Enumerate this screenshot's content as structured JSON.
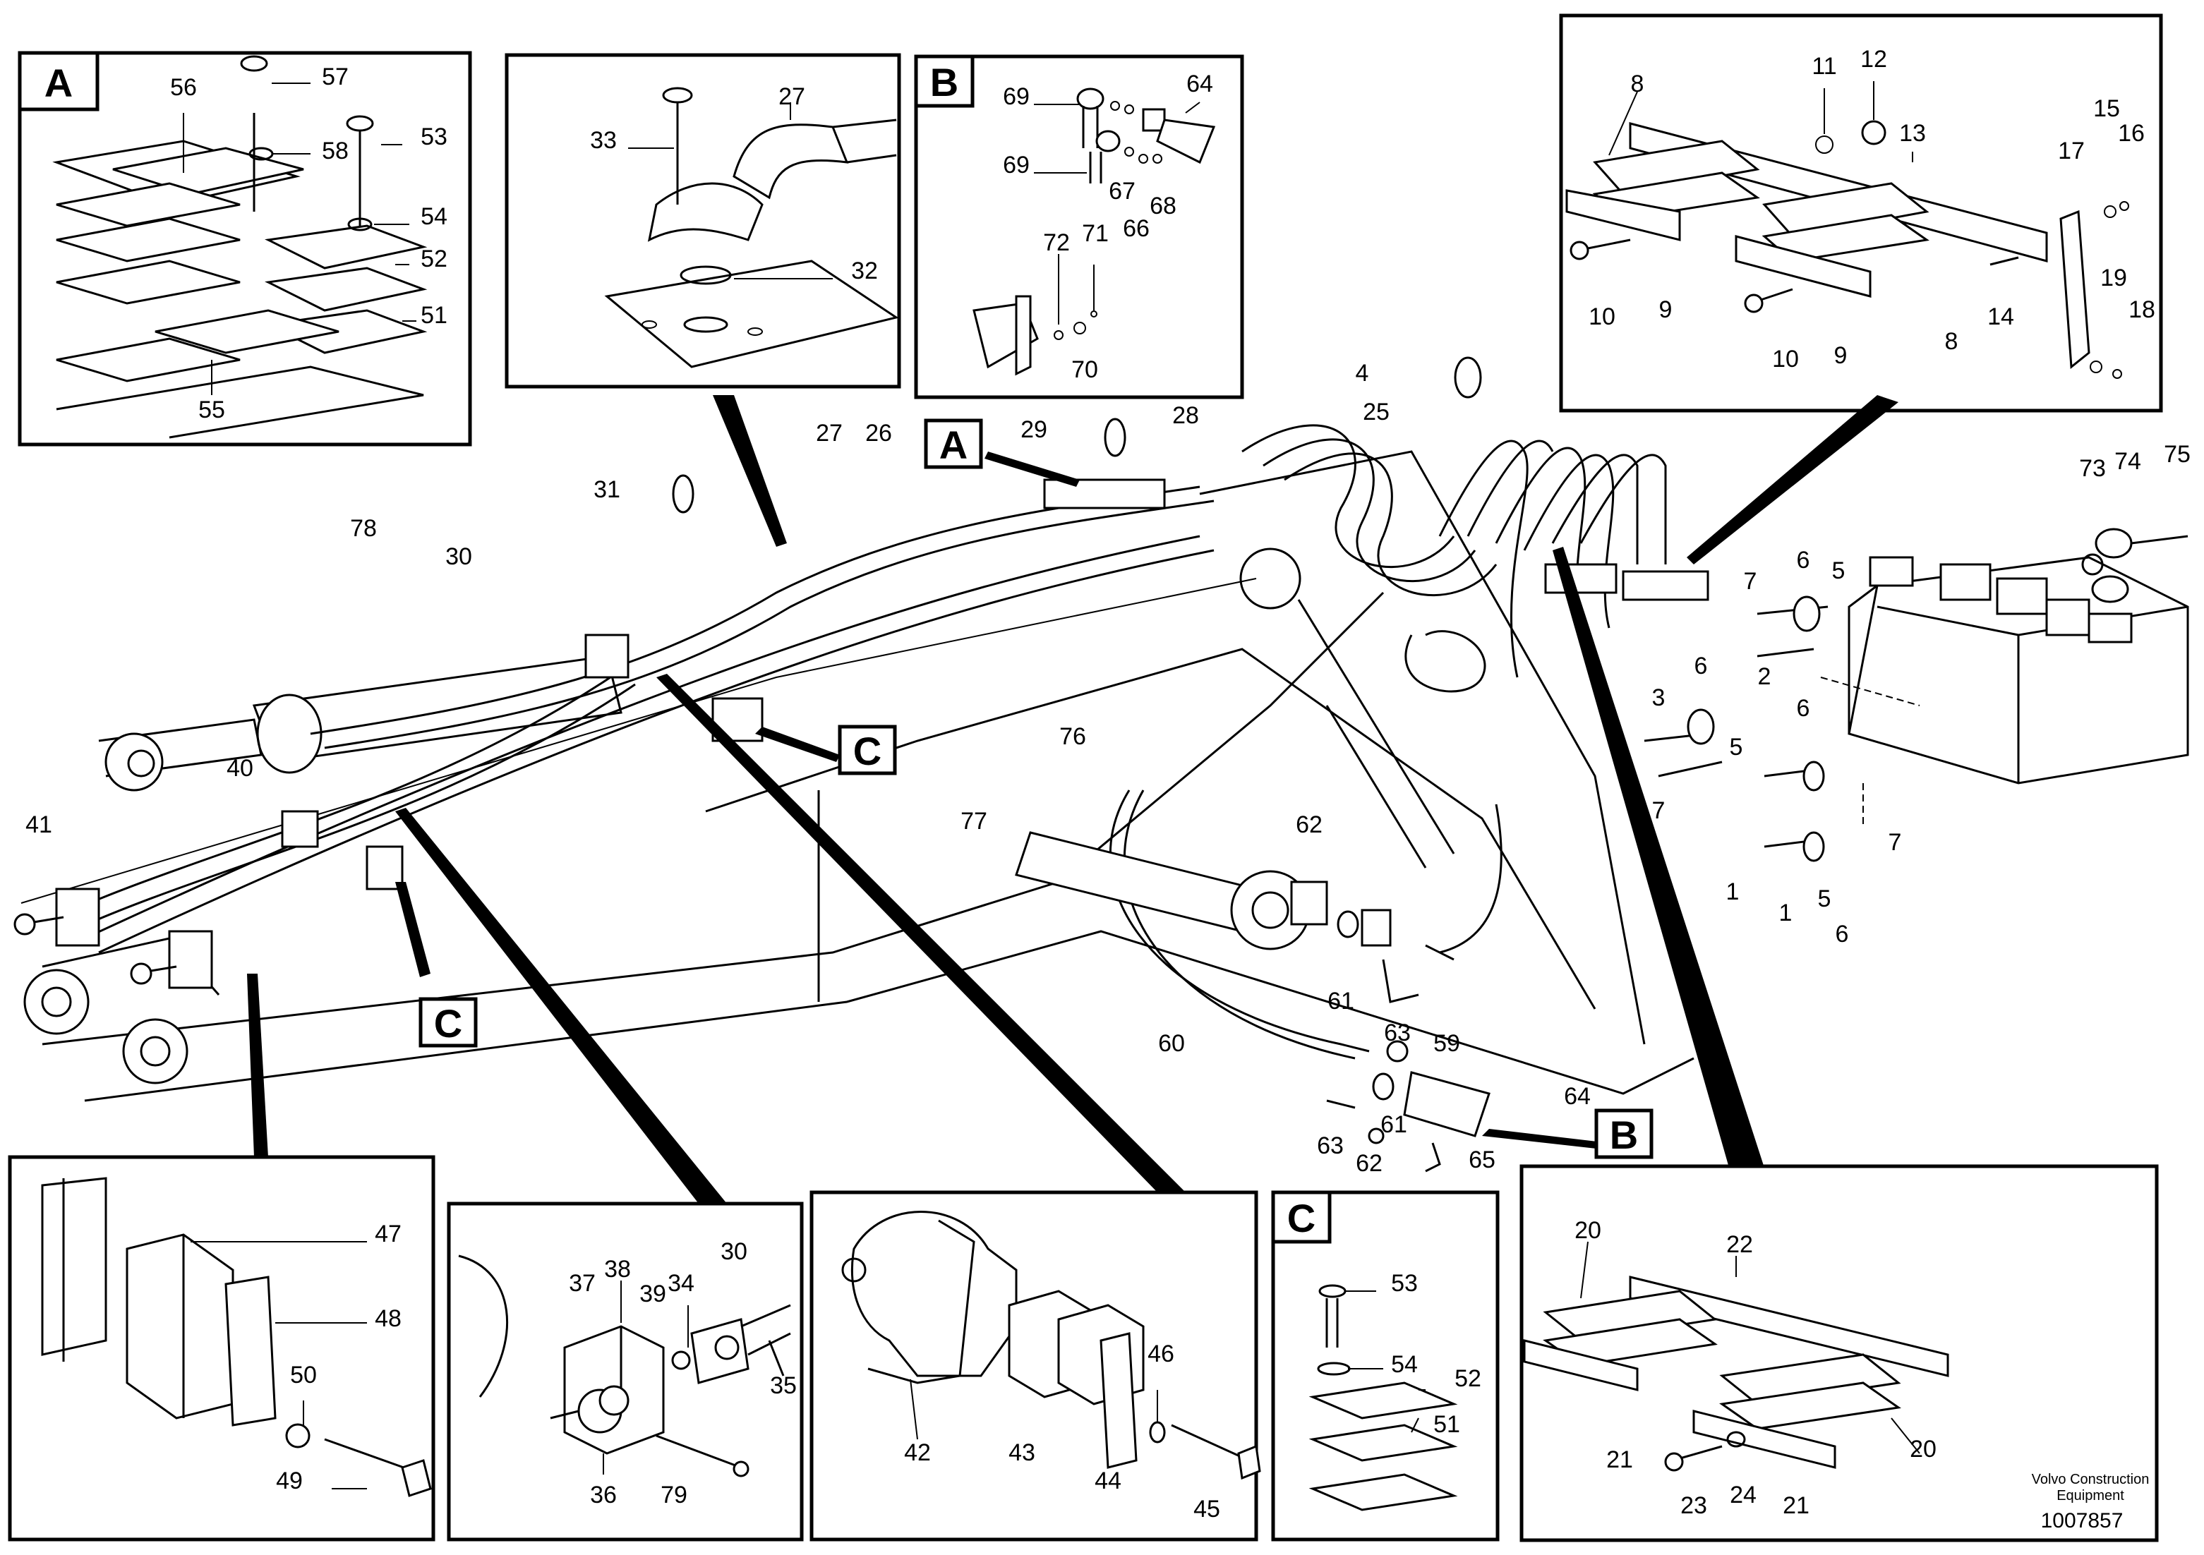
{
  "panel_letters": {
    "a": "A",
    "b": "B",
    "c": "C"
  },
  "main_labels": {
    "letter_a": "A",
    "letter_b": "B",
    "letter_c_right": "C",
    "letter_c_left": "C"
  },
  "callouts": [
    {
      "id": "p1",
      "text": "57"
    },
    {
      "id": "p2",
      "text": "56"
    },
    {
      "id": "p3",
      "text": "58"
    },
    {
      "id": "p4",
      "text": "53"
    },
    {
      "id": "p5",
      "text": "54"
    },
    {
      "id": "p6",
      "text": "52"
    },
    {
      "id": "p7",
      "text": "51"
    },
    {
      "id": "p8",
      "text": "55"
    },
    {
      "id": "p9",
      "text": "33"
    },
    {
      "id": "p10",
      "text": "27"
    },
    {
      "id": "p11",
      "text": "32"
    },
    {
      "id": "p12",
      "text": "69"
    },
    {
      "id": "p13",
      "text": "64"
    },
    {
      "id": "p14",
      "text": "69"
    },
    {
      "id": "p15",
      "text": "67"
    },
    {
      "id": "p16",
      "text": "66"
    },
    {
      "id": "p17",
      "text": "68"
    },
    {
      "id": "p18",
      "text": "72"
    },
    {
      "id": "p19",
      "text": "71"
    },
    {
      "id": "p20",
      "text": "70"
    },
    {
      "id": "p21",
      "text": "8"
    },
    {
      "id": "p22",
      "text": "11"
    },
    {
      "id": "p23",
      "text": "12"
    },
    {
      "id": "p24",
      "text": "13"
    },
    {
      "id": "p25",
      "text": "15"
    },
    {
      "id": "p26",
      "text": "16"
    },
    {
      "id": "p27",
      "text": "17"
    },
    {
      "id": "p28",
      "text": "10"
    },
    {
      "id": "p29",
      "text": "9"
    },
    {
      "id": "p30",
      "text": "10"
    },
    {
      "id": "p31",
      "text": "9"
    },
    {
      "id": "p32",
      "text": "8"
    },
    {
      "id": "p33",
      "text": "14"
    },
    {
      "id": "p34",
      "text": "19"
    },
    {
      "id": "p35",
      "text": "18"
    },
    {
      "id": "p36",
      "text": "4"
    },
    {
      "id": "p37",
      "text": "25"
    },
    {
      "id": "p38",
      "text": "28"
    },
    {
      "id": "p39",
      "text": "29"
    },
    {
      "id": "p40",
      "text": "27"
    },
    {
      "id": "p41",
      "text": "26"
    },
    {
      "id": "p42",
      "text": "31"
    },
    {
      "id": "p43",
      "text": "78"
    },
    {
      "id": "p44",
      "text": "30"
    },
    {
      "id": "p45",
      "text": "73"
    },
    {
      "id": "p46",
      "text": "74"
    },
    {
      "id": "p47",
      "text": "75"
    },
    {
      "id": "p48",
      "text": "7"
    },
    {
      "id": "p49",
      "text": "6"
    },
    {
      "id": "p50",
      "text": "5"
    },
    {
      "id": "p51",
      "text": "2"
    },
    {
      "id": "p52",
      "text": "3"
    },
    {
      "id": "p53",
      "text": "6"
    },
    {
      "id": "p54",
      "text": "5"
    },
    {
      "id": "p55",
      "text": "7"
    },
    {
      "id": "p56",
      "text": "6"
    },
    {
      "id": "p57",
      "text": "7"
    },
    {
      "id": "p58",
      "text": "1"
    },
    {
      "id": "p59",
      "text": "1"
    },
    {
      "id": "p60",
      "text": "5"
    },
    {
      "id": "p61",
      "text": "6"
    },
    {
      "id": "p62",
      "text": "76"
    },
    {
      "id": "p63",
      "text": "77"
    },
    {
      "id": "p64",
      "text": "40"
    },
    {
      "id": "p65",
      "text": "41"
    },
    {
      "id": "p66",
      "text": "62"
    },
    {
      "id": "p67",
      "text": "61"
    },
    {
      "id": "p68",
      "text": "63"
    },
    {
      "id": "p69",
      "text": "59"
    },
    {
      "id": "p70",
      "text": "60"
    },
    {
      "id": "p71",
      "text": "64"
    },
    {
      "id": "p72",
      "text": "63"
    },
    {
      "id": "p73",
      "text": "61"
    },
    {
      "id": "p74",
      "text": "62"
    },
    {
      "id": "p75",
      "text": "65"
    },
    {
      "id": "p76",
      "text": "47"
    },
    {
      "id": "p77",
      "text": "48"
    },
    {
      "id": "p78",
      "text": "50"
    },
    {
      "id": "p79",
      "text": "49"
    },
    {
      "id": "p80",
      "text": "38"
    },
    {
      "id": "p81",
      "text": "39"
    },
    {
      "id": "p82",
      "text": "37"
    },
    {
      "id": "p83",
      "text": "34"
    },
    {
      "id": "p84",
      "text": "30"
    },
    {
      "id": "p85",
      "text": "35"
    },
    {
      "id": "p86",
      "text": "36"
    },
    {
      "id": "p87",
      "text": "79"
    },
    {
      "id": "p88",
      "text": "42"
    },
    {
      "id": "p89",
      "text": "43"
    },
    {
      "id": "p90",
      "text": "46"
    },
    {
      "id": "p91",
      "text": "44"
    },
    {
      "id": "p92",
      "text": "45"
    },
    {
      "id": "p93",
      "text": "53"
    },
    {
      "id": "p94",
      "text": "54"
    },
    {
      "id": "p95",
      "text": "52"
    },
    {
      "id": "p96",
      "text": "51"
    },
    {
      "id": "p97",
      "text": "20"
    },
    {
      "id": "p98",
      "text": "22"
    },
    {
      "id": "p99",
      "text": "21"
    },
    {
      "id": "p100",
      "text": "23"
    },
    {
      "id": "p101",
      "text": "24"
    },
    {
      "id": "p102",
      "text": "21"
    },
    {
      "id": "p103",
      "text": "20"
    }
  ],
  "credit": {
    "line1": "Volvo Construction",
    "line2": "Equipment"
  },
  "doc_number": "1007857"
}
